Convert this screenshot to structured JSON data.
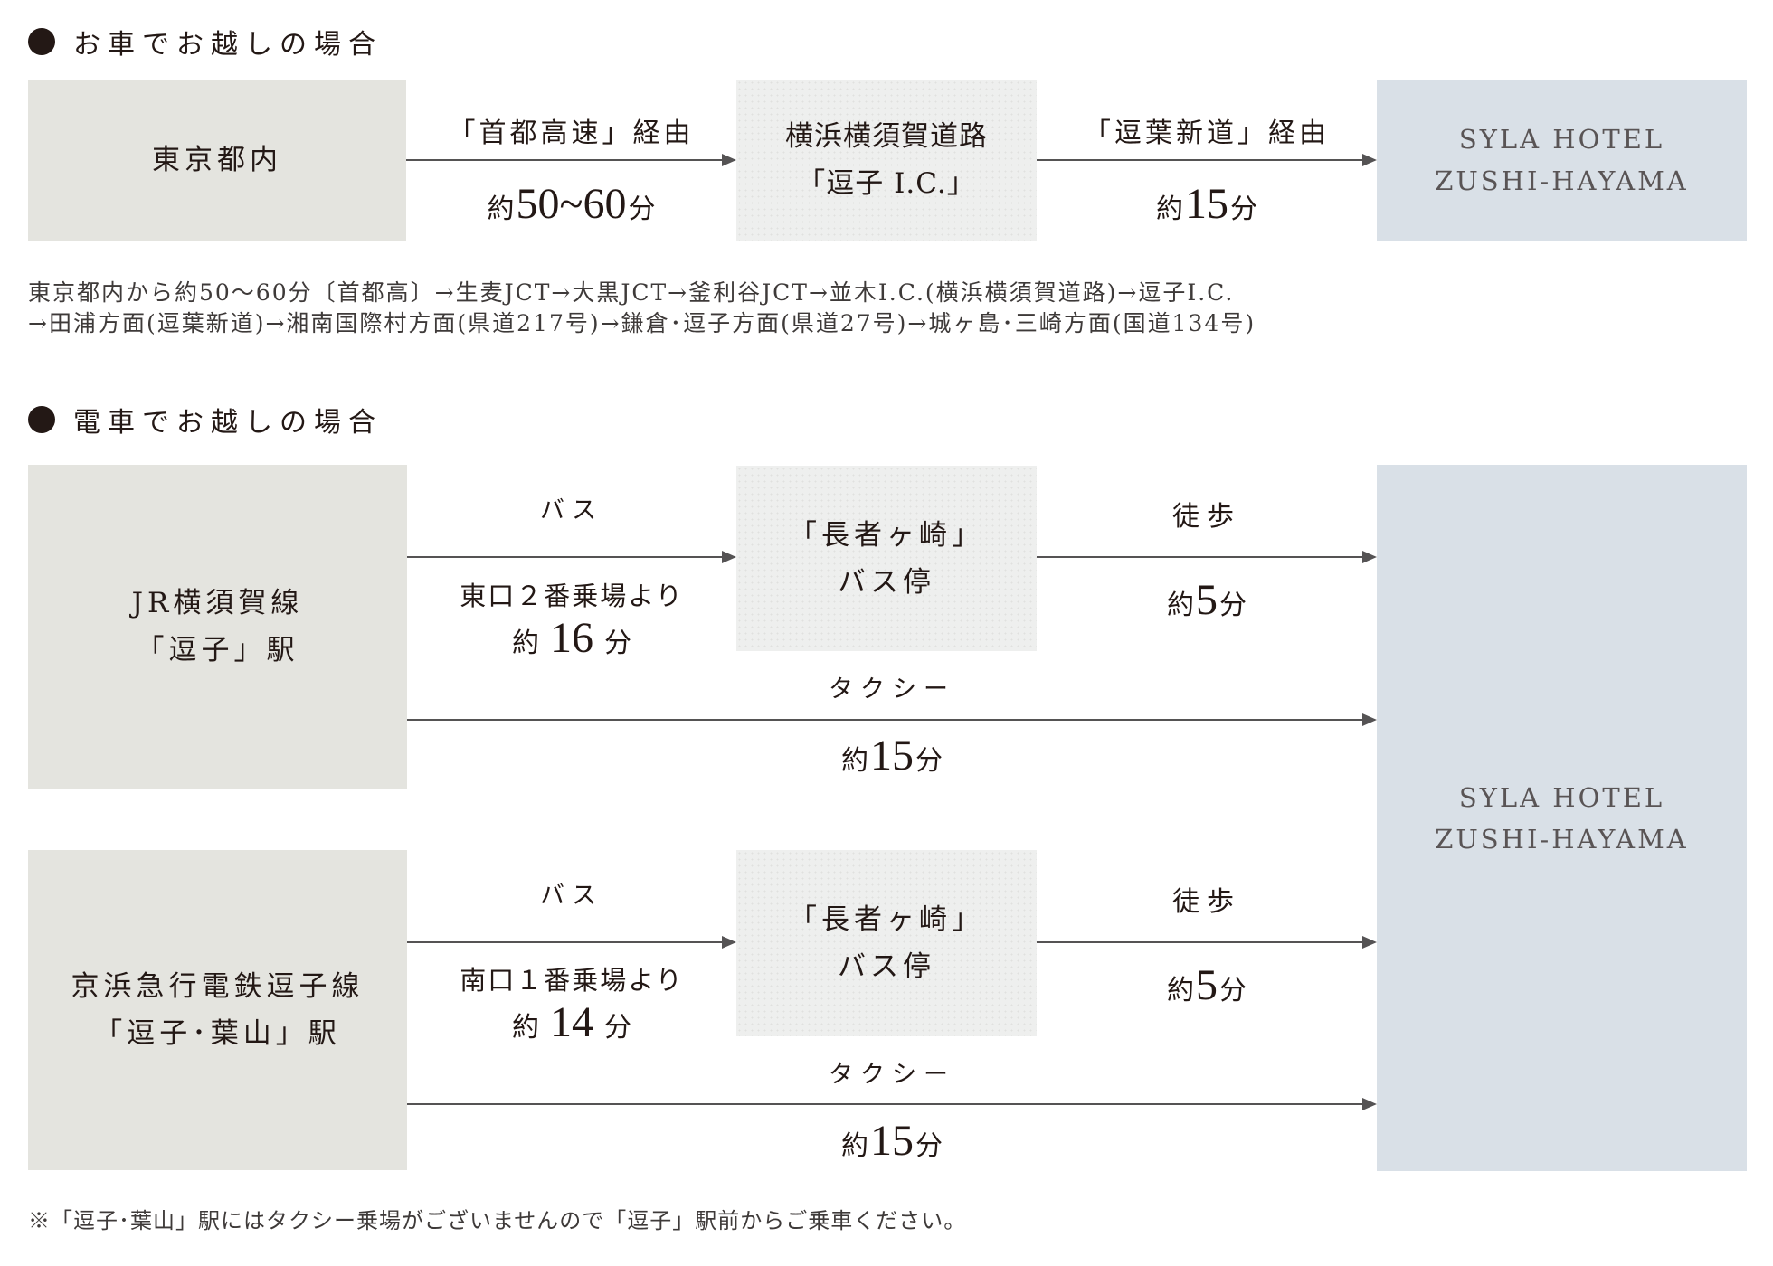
{
  "car": {
    "heading": "お車でお越しの場合",
    "origin": "東京都内",
    "leg1": {
      "label": "「首都高速」経由",
      "prefix": "約",
      "time": "50~60",
      "suffix": "分"
    },
    "waypoint": {
      "line1": "横浜横須賀道路",
      "line2": "「逗子 I.C.」"
    },
    "leg2": {
      "label": "「逗葉新道」経由",
      "prefix": "約",
      "time": "15",
      "suffix": "分"
    },
    "destination": {
      "line1": "SYLA HOTEL",
      "line2": "ZUSHI-HAYAMA"
    },
    "route_line1": "東京都内から約50～60分〔首都高〕→生麦JCT→大黒JCT→釜利谷JCT→並木I.C.(横浜横須賀道路)→逗子I.C.",
    "route_line2": "→田浦方面(逗葉新道)→湘南国際村方面(県道217号)→鎌倉･逗子方面(県道27号)→城ヶ島･三崎方面(国道134号)"
  },
  "train": {
    "heading": "電車でお越しの場合",
    "destination": {
      "line1": "SYLA HOTEL",
      "line2": "ZUSHI-HAYAMA"
    },
    "routes": [
      {
        "origin": {
          "line1": "JR横須賀線",
          "line2": "「逗子」駅"
        },
        "bus": {
          "label": "バス",
          "detail": "東口２番乗場より",
          "prefix": "約",
          "time": "16",
          "suffix": "分"
        },
        "stop": {
          "line1": "「長者ヶ崎」",
          "line2": "バス停"
        },
        "walk": {
          "label": "徒歩",
          "prefix": "約",
          "time": "5",
          "suffix": "分"
        },
        "taxi": {
          "label": "タクシー",
          "prefix": "約",
          "time": "15",
          "suffix": "分"
        }
      },
      {
        "origin": {
          "line1": "京浜急行電鉄逗子線",
          "line2": "「逗子･葉山」駅"
        },
        "bus": {
          "label": "バス",
          "detail": "南口１番乗場より",
          "prefix": "約",
          "time": "14",
          "suffix": "分"
        },
        "stop": {
          "line1": "「長者ヶ崎」",
          "line2": "バス停"
        },
        "walk": {
          "label": "徒歩",
          "prefix": "約",
          "time": "5",
          "suffix": "分"
        },
        "taxi": {
          "label": "タクシー",
          "prefix": "約",
          "time": "15",
          "suffix": "分"
        }
      }
    ],
    "note": "※「逗子･葉山」駅にはタクシー乗場がございませんので「逗子」駅前からご乗車ください。"
  },
  "colors": {
    "origin_box": "#e4e4df",
    "waypoint_box": "#eeefee",
    "hotel_box": "#d9e0e7",
    "arrow": "#555354",
    "text": "#231815"
  }
}
